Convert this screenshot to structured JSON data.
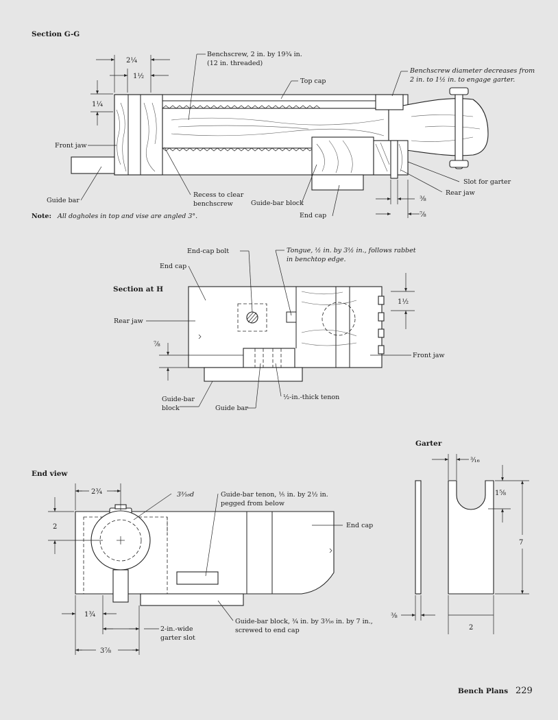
{
  "section_gg": {
    "title": "Section G-G",
    "dim_2_1_4": "2¼",
    "dim_1_1_2": "1½",
    "dim_1_1_4": "1¼",
    "benchscrew_line1": "Benchscrew, 2 in. by 19¾ in.",
    "benchscrew_line2": "(12 in. threaded)",
    "top_cap": "Top cap",
    "diameter_line1": "Benchscrew diameter decreases from",
    "diameter_line2": "2 in. to 1½ in. to engage garter.",
    "front_jaw": "Front jaw",
    "guide_bar": "Guide bar",
    "recess_line1": "Recess to clear",
    "recess_line2": "benchscrew",
    "guide_bar_block": "Guide-bar block",
    "end_cap": "End cap",
    "slot_for_garter": "Slot for garter",
    "rear_jaw": "Rear jaw",
    "dim_3_8": "⅜",
    "dim_7_8": "⅞"
  },
  "note": {
    "label": "Note:",
    "text": "All dogholes in top and vise are angled 3°."
  },
  "section_h": {
    "title": "Section at H",
    "end_cap_bolt": "End-cap bolt",
    "tongue_line1": "Tongue, ½ in. by 3½ in., follows rabbet",
    "tongue_line2": "in benchtop edge.",
    "end_cap": "End cap",
    "dim_1_1_2": "1½",
    "rear_jaw": "Rear jaw",
    "dim_7_8": "⅞",
    "front_jaw": "Front jaw",
    "guide_bar_block_line1": "Guide-bar",
    "guide_bar_block_line2": "block",
    "guide_bar": "Guide bar",
    "tenon": "½-in.-thick tenon"
  },
  "garter": {
    "title": "Garter",
    "dim_3_16": "³⁄₁₆",
    "dim_1_5_8": "1⅝",
    "dim_7": "7",
    "dim_3_8": "⅜",
    "dim_2": "2"
  },
  "end_view": {
    "title": "End view",
    "dim_2_3_4": "2¾",
    "dim_d": "3³⁄₁₆d",
    "tenon_line1": "Guide-bar tenon, ⅕ in. by 2½ in.",
    "tenon_line2": "pegged from below",
    "dim_2": "2",
    "end_cap": "End cap",
    "dim_1_3_4": "1¾",
    "block_line1": "Guide-bar block, ¾ in. by 3³⁄₁₆ in. by 7 in.,",
    "block_line2": "screwed to end cap",
    "slot_line1": "2-in.-wide",
    "slot_line2": "garter slot",
    "dim_3_7_8": "3⅞"
  },
  "footer": {
    "book": "Bench Plans",
    "page": "229"
  }
}
